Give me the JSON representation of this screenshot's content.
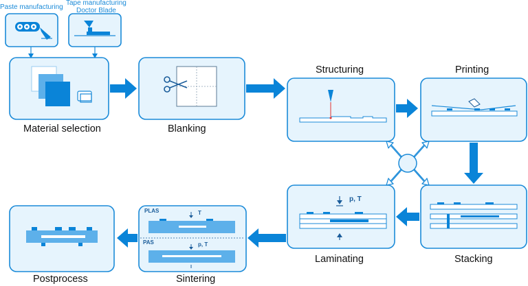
{
  "inputs": {
    "paste_label": "Paste manufacturing",
    "tape_label": "Tape manufacturing\nDoctor Blade"
  },
  "steps": {
    "material_selection": "Material selection",
    "blanking": "Blanking",
    "structuring": "Structuring",
    "printing": "Printing",
    "stacking": "Stacking",
    "laminating": "Laminating",
    "sintering": "Sintering",
    "postprocess": "Postprocess"
  },
  "annotations": {
    "laminating_pt": "p, T",
    "plas": "PLAS",
    "pas": "PAS",
    "sintering_t": "T",
    "sintering_pt": "p, T"
  },
  "colors": {
    "primary": "#0a84d8",
    "box_fill": "#e6f4fd",
    "box_stroke": "#1a8ad8"
  }
}
